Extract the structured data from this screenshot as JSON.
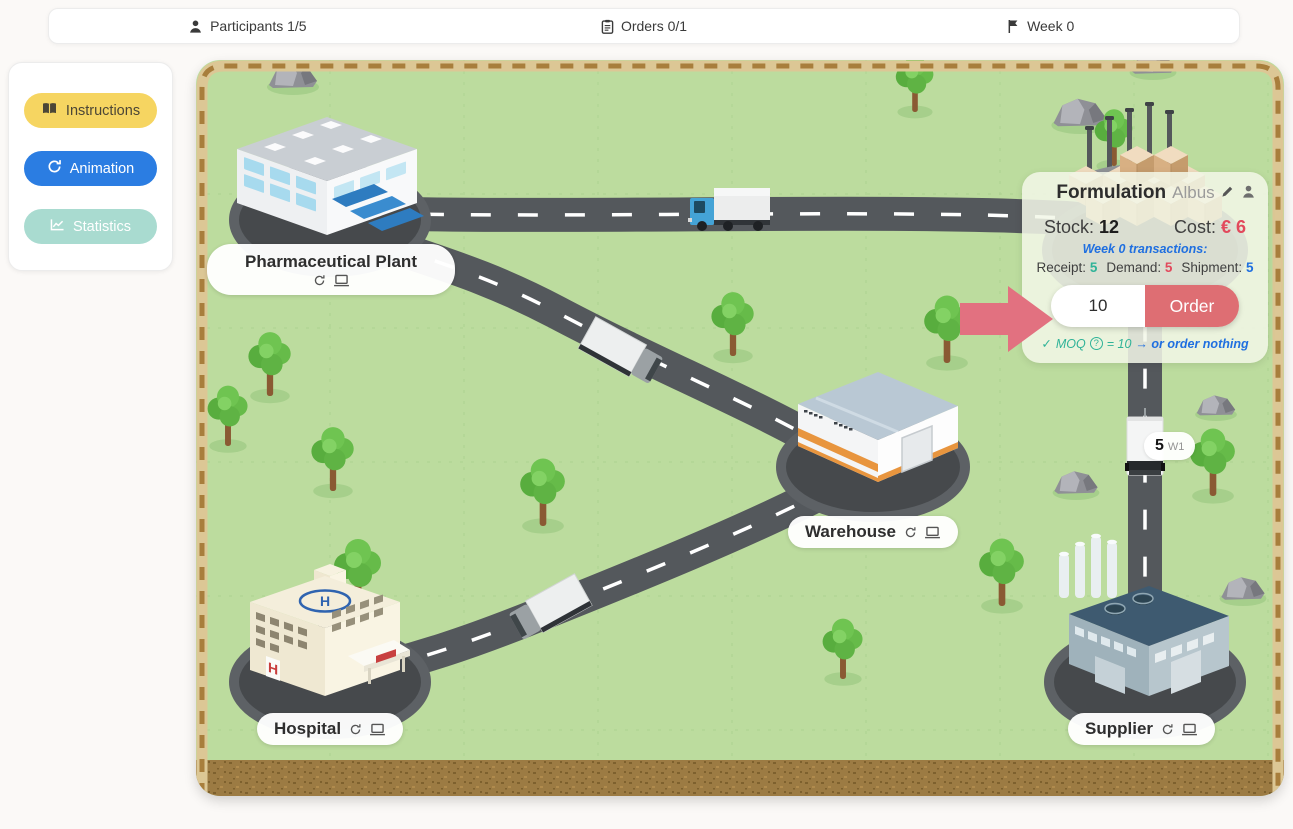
{
  "top_bar": {
    "participants": "Participants 1/5",
    "orders": "Orders 0/1",
    "week": "Week 0"
  },
  "sidebar": {
    "instructions": "Instructions",
    "animation": "Animation",
    "statistics": "Statistics"
  },
  "map": {
    "locations": {
      "plant": "Pharmaceutical Plant",
      "warehouse": "Warehouse",
      "hospital": "Hospital",
      "supplier": "Supplier"
    },
    "shipment_badge": {
      "quantity": "5",
      "week": "W1"
    }
  },
  "panel": {
    "title": "Formulation",
    "player_name": "Albus",
    "stock_label": "Stock:",
    "stock_value": "12",
    "cost_label": "Cost:",
    "cost_value": "€ 6",
    "transactions_heading": "Week 0 transactions:",
    "receipt_label": "Receipt:",
    "receipt_value": "5",
    "demand_label": "Demand:",
    "demand_value": "5",
    "shipment_label": "Shipment:",
    "shipment_value": "5",
    "order_input_value": "10",
    "order_button_label": "Order",
    "moq_check": "✓",
    "moq_label": "MOQ",
    "moq_help": "?",
    "moq_equals": "= 10",
    "moq_alternative": "→ or order nothing"
  },
  "colors": {
    "accent_red": "#e2495c",
    "accent_teal": "#2fb398",
    "accent_blue": "#1f6fe0",
    "order_button": "#de6e73",
    "arrow_pink": "#e27180",
    "instructions_yellow": "#f6d561",
    "animation_blue": "#2b7de2",
    "statistics_teal": "#a9dbd0",
    "map_green": "#bcdc9e",
    "road_gray": "#54585c"
  }
}
